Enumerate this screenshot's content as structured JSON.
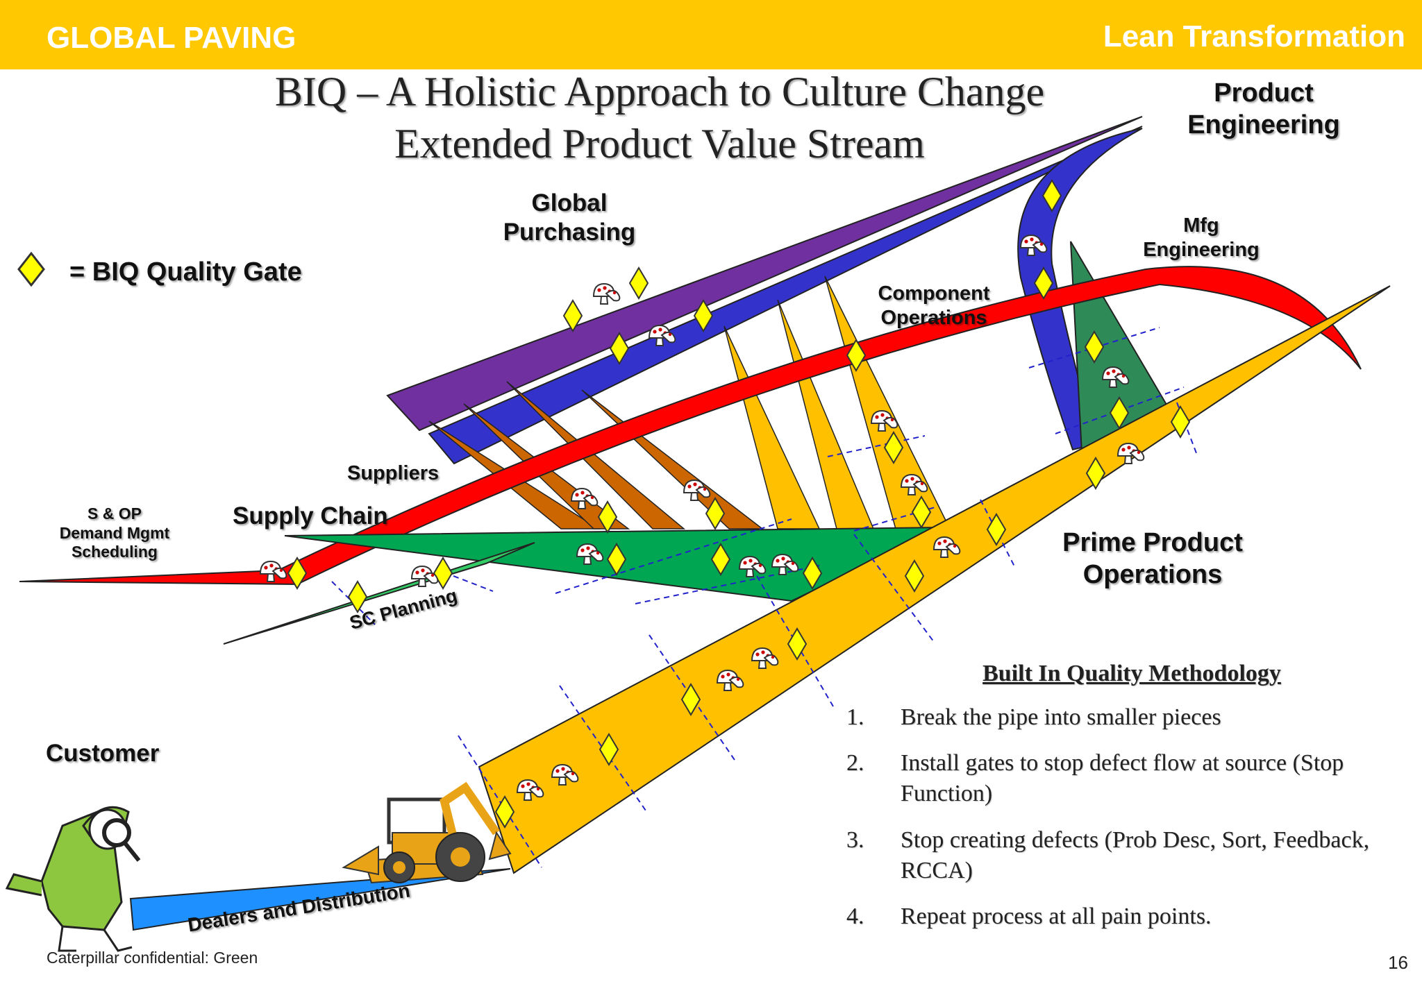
{
  "header": {
    "brand": "GLOBAL PAVING",
    "section": "Lean Transformation"
  },
  "title": {
    "line1": "BIQ – A Holistic Approach to Culture Change",
    "line2": "Extended Product Value Stream"
  },
  "legend": {
    "label": "= BIQ Quality Gate",
    "icon": "quality-gate-diamond"
  },
  "labels": {
    "product_engineering": [
      "Product",
      "Engineering"
    ],
    "global_purchasing": [
      "Global",
      "Purchasing"
    ],
    "mfg_engineering": [
      "Mfg",
      "Engineering"
    ],
    "component_operations": [
      "Component",
      "Operations"
    ],
    "suppliers": "Suppliers",
    "sop": [
      "S & OP",
      "Demand Mgmt",
      "Scheduling"
    ],
    "supply_chain": "Supply Chain",
    "prime_product_operations": [
      "Prime Product",
      "Operations"
    ],
    "sc_planning": "SC Planning",
    "customer": "Customer",
    "dealers": "Dealers and Distribution"
  },
  "methodology": {
    "title": "Built In Quality Methodology",
    "steps": [
      {
        "num": "1.",
        "text": "Break the pipe into smaller pieces"
      },
      {
        "num": "2.",
        "text": "Install gates to stop defect flow at source (Stop Function)"
      },
      {
        "num": "3.",
        "text": "Stop creating defects (Prob Desc, Sort, Feedback, RCCA)"
      },
      {
        "num": "4.",
        "text": "Repeat process at all pain points."
      }
    ]
  },
  "footer": {
    "confidential": "Caterpillar confidential: Green",
    "page": "16"
  },
  "colors": {
    "header": "#FFC800",
    "purple": "#7030A0",
    "blue": "#3333CC",
    "red": "#FF0000",
    "orange": "#CC6600",
    "gold": "#FFC000",
    "green": "#00A651",
    "lightgreen": "#33CC66",
    "teal": "#2E8B57",
    "cyan": "#1E90FF",
    "gate": "#FFFF00",
    "customer_green": "#8DC63F"
  },
  "icons": [
    "quality-gate-diamond",
    "mushroom-defect-icon",
    "backhoe-loader-icon",
    "customer-detective-icon"
  ]
}
